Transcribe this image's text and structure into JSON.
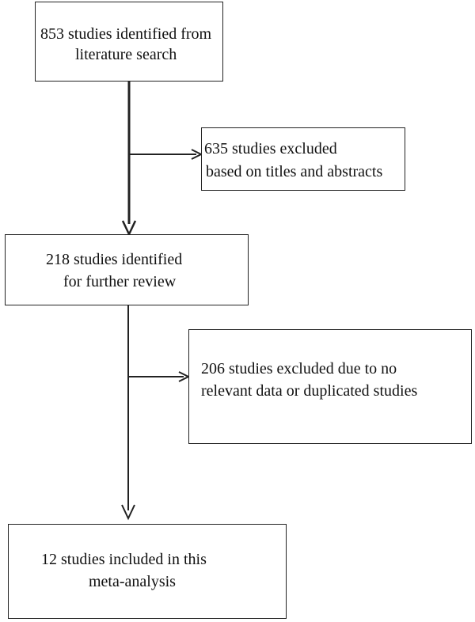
{
  "flowchart": {
    "steps": [
      {
        "lines": [
          "853 studies identified from",
          "literature search"
        ]
      },
      {
        "lines": [
          "218 studies identified",
          "for further review"
        ]
      },
      {
        "lines": [
          "12 studies included in this",
          "meta-analysis"
        ]
      }
    ],
    "exclusions": [
      {
        "lines": [
          "635 studies excluded",
          "based on titles and abstracts"
        ]
      },
      {
        "lines": [
          "206 studies excluded due to no",
          "relevant data or duplicated studies"
        ]
      }
    ]
  },
  "colors": {
    "stroke": "#222222",
    "text": "#111111",
    "background": "#ffffff"
  }
}
